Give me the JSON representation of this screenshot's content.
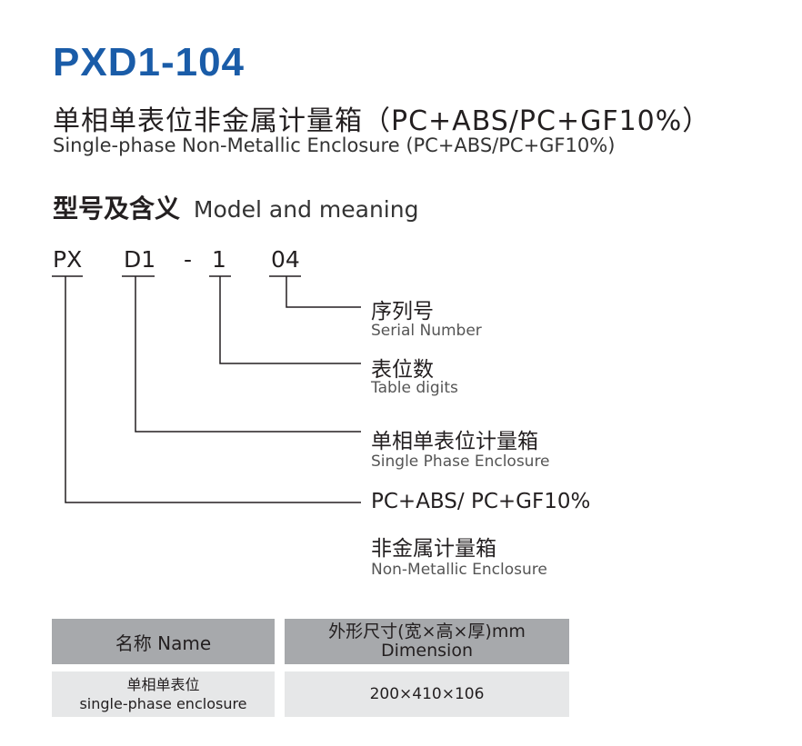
{
  "header": {
    "model": "PXD1-104",
    "title_cn": "单相单表位非金属计量箱（PC+ABS/PC+GF10%）",
    "title_en": "Single-phase Non-Metallic Enclosure (PC+ABS/PC+GF10%)"
  },
  "section": {
    "title_cn": "型号及含义",
    "title_en": "Model and meaning"
  },
  "code": {
    "segments": [
      "PX",
      "D1",
      "-",
      "1",
      "04"
    ]
  },
  "meanings": [
    {
      "cn": "序列号",
      "en": "Serial Number"
    },
    {
      "cn": "表位数",
      "en": "Table digits"
    },
    {
      "cn": "单相单表位计量箱",
      "en": "Single Phase Enclosure"
    },
    {
      "material": "PC+ABS/ PC+GF10%",
      "cn": "非金属计量箱",
      "en": "Non-Metallic Enclosure"
    }
  ],
  "table": {
    "headers": [
      {
        "line1": "名称 Name"
      },
      {
        "line1": "外形尺寸(宽×高×厚)mm",
        "line2": "Dimension"
      }
    ],
    "rows": [
      {
        "name_cn": "单相单表位",
        "name_en": "single-phase enclosure",
        "dimension": "200×410×106"
      }
    ]
  },
  "colors": {
    "title_blue": "#1a5ca8",
    "header_gray": "#a7a9ac",
    "cell_gray": "#e6e7e8"
  }
}
